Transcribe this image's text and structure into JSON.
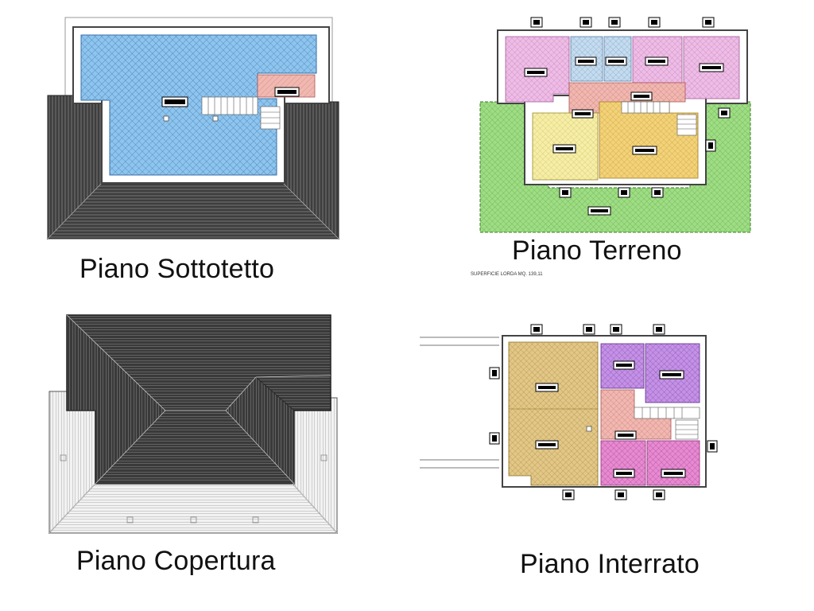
{
  "plans": {
    "sottotetto": {
      "caption": "Piano Sottotetto"
    },
    "terreno": {
      "caption": "Piano Terreno",
      "note": "SUPERFICIE LORDA MQ. 139,11"
    },
    "copertura": {
      "caption": "Piano Copertura"
    },
    "interrato": {
      "caption": "Piano Interrato"
    }
  },
  "colors": {
    "blue": "#8ec5ee",
    "pink": "#eebde6",
    "light_blue": "#c5dcef",
    "salmon": "#f0b8b0",
    "yellow": "#f6eea8",
    "orange": "#f2d27a",
    "green": "#9fdd85",
    "tan": "#e2c788",
    "purple": "#c491e6",
    "magenta": "#e88ad2",
    "roof_dark": "#4a4a4a",
    "roof_light": "#dcdcdc"
  }
}
